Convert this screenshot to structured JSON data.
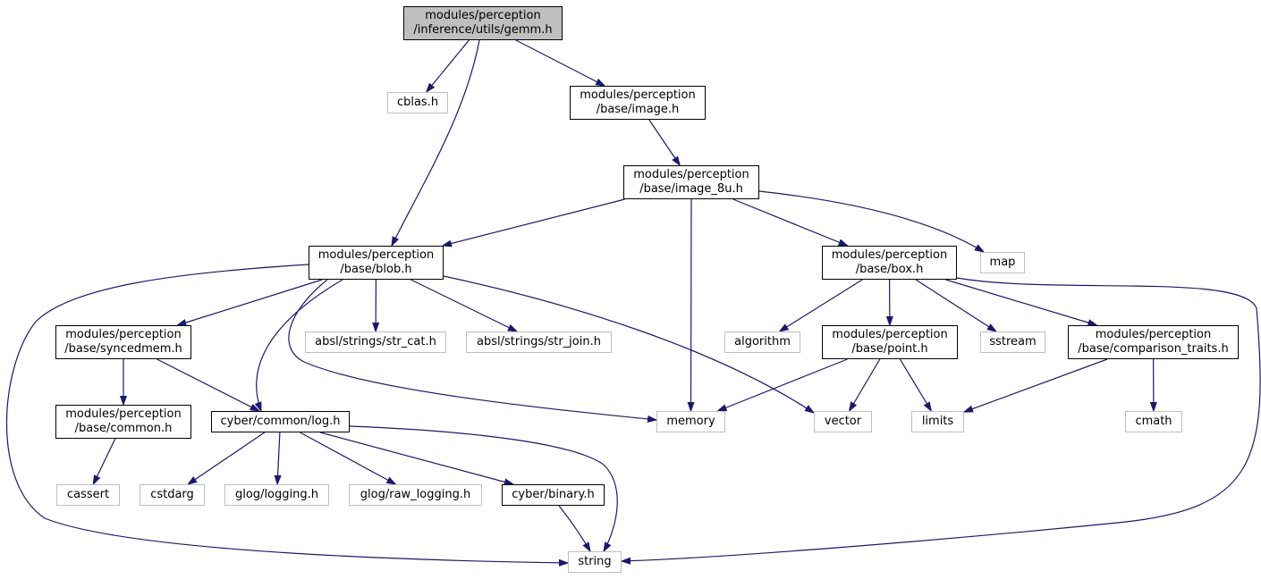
{
  "diagram": {
    "edge_color": "#191970",
    "nodes": [
      {
        "id": "gemm",
        "kind": "root",
        "lines": [
          "modules/perception",
          "/inference/utils/gemm.h"
        ]
      },
      {
        "id": "cblas",
        "kind": "ext",
        "lines": [
          "cblas.h"
        ]
      },
      {
        "id": "image",
        "kind": "doc",
        "lines": [
          "modules/perception",
          "/base/image.h"
        ]
      },
      {
        "id": "image8u",
        "kind": "doc",
        "lines": [
          "modules/perception",
          "/base/image_8u.h"
        ]
      },
      {
        "id": "blob",
        "kind": "doc",
        "lines": [
          "modules/perception",
          "/base/blob.h"
        ]
      },
      {
        "id": "box",
        "kind": "doc",
        "lines": [
          "modules/perception",
          "/base/box.h"
        ]
      },
      {
        "id": "map",
        "kind": "ext",
        "lines": [
          "map"
        ]
      },
      {
        "id": "syncedmem",
        "kind": "doc",
        "lines": [
          "modules/perception",
          "/base/syncedmem.h"
        ]
      },
      {
        "id": "strcat",
        "kind": "ext",
        "lines": [
          "absl/strings/str_cat.h"
        ]
      },
      {
        "id": "strjoin",
        "kind": "ext",
        "lines": [
          "absl/strings/str_join.h"
        ]
      },
      {
        "id": "algorithm",
        "kind": "ext",
        "lines": [
          "algorithm"
        ]
      },
      {
        "id": "point",
        "kind": "doc",
        "lines": [
          "modules/perception",
          "/base/point.h"
        ]
      },
      {
        "id": "sstream",
        "kind": "ext",
        "lines": [
          "sstream"
        ]
      },
      {
        "id": "comparison",
        "kind": "doc",
        "lines": [
          "modules/perception",
          "/base/comparison_traits.h"
        ]
      },
      {
        "id": "common",
        "kind": "doc",
        "lines": [
          "modules/perception",
          "/base/common.h"
        ]
      },
      {
        "id": "log",
        "kind": "doc",
        "lines": [
          "cyber/common/log.h"
        ]
      },
      {
        "id": "memory",
        "kind": "ext",
        "lines": [
          "memory"
        ]
      },
      {
        "id": "vector",
        "kind": "ext",
        "lines": [
          "vector"
        ]
      },
      {
        "id": "limits",
        "kind": "ext",
        "lines": [
          "limits"
        ]
      },
      {
        "id": "cmath",
        "kind": "ext",
        "lines": [
          "cmath"
        ]
      },
      {
        "id": "cassert",
        "kind": "ext",
        "lines": [
          "cassert"
        ]
      },
      {
        "id": "cstdarg",
        "kind": "ext",
        "lines": [
          "cstdarg"
        ]
      },
      {
        "id": "glog",
        "kind": "ext",
        "lines": [
          "glog/logging.h"
        ]
      },
      {
        "id": "glograw",
        "kind": "ext",
        "lines": [
          "glog/raw_logging.h"
        ]
      },
      {
        "id": "binary",
        "kind": "doc",
        "lines": [
          "cyber/binary.h"
        ]
      },
      {
        "id": "string",
        "kind": "ext",
        "lines": [
          "string"
        ]
      }
    ],
    "edges": [
      [
        "gemm",
        "cblas"
      ],
      [
        "gemm",
        "image"
      ],
      [
        "gemm",
        "blob"
      ],
      [
        "image",
        "image8u"
      ],
      [
        "image8u",
        "blob"
      ],
      [
        "image8u",
        "memory"
      ],
      [
        "image8u",
        "box"
      ],
      [
        "image8u",
        "map"
      ],
      [
        "blob",
        "string"
      ],
      [
        "blob",
        "syncedmem"
      ],
      [
        "blob",
        "log"
      ],
      [
        "blob",
        "memory"
      ],
      [
        "blob",
        "strcat"
      ],
      [
        "blob",
        "strjoin"
      ],
      [
        "blob",
        "vector"
      ],
      [
        "box",
        "algorithm"
      ],
      [
        "box",
        "point"
      ],
      [
        "box",
        "sstream"
      ],
      [
        "box",
        "comparison"
      ],
      [
        "box",
        "string"
      ],
      [
        "syncedmem",
        "common"
      ],
      [
        "syncedmem",
        "log"
      ],
      [
        "common",
        "cassert"
      ],
      [
        "point",
        "memory"
      ],
      [
        "point",
        "vector"
      ],
      [
        "point",
        "limits"
      ],
      [
        "comparison",
        "limits"
      ],
      [
        "comparison",
        "cmath"
      ],
      [
        "log",
        "cstdarg"
      ],
      [
        "log",
        "glog"
      ],
      [
        "log",
        "glograw"
      ],
      [
        "log",
        "binary"
      ],
      [
        "log",
        "string"
      ],
      [
        "binary",
        "string"
      ]
    ]
  }
}
